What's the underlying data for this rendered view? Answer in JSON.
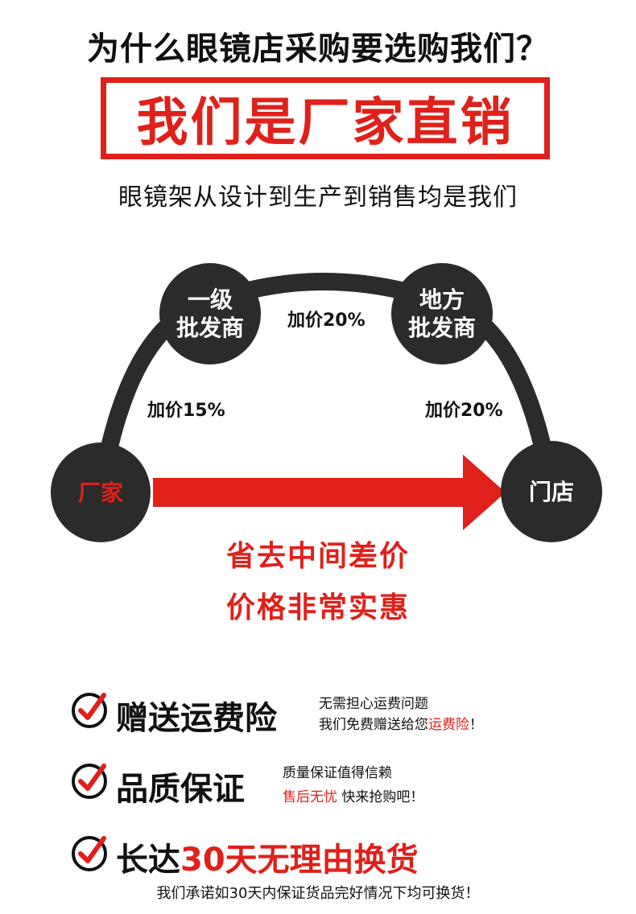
{
  "header": {
    "question": "为什么眼镜店采购要选购我们？",
    "banner": "我们是厂家直销",
    "subtitle": "眼镜架从设计到生产到销售均是我们"
  },
  "diagram": {
    "nodes": {
      "factory": "厂家",
      "wholesaler_1": "一级",
      "wholesaler_2": "批发商",
      "local_1": "地方",
      "local_2": "批发商",
      "store": "门店"
    },
    "markups": {
      "factory_to_wholesaler": "加价15%",
      "wholesaler_to_local": "加价20%",
      "local_to_store": "加价20%"
    },
    "direct_lines": [
      "省去中间差价",
      "价格非常实惠"
    ]
  },
  "benefits": [
    {
      "title": "赠送运费险",
      "note_1": "无需担心运费问题",
      "note_2_prefix": "我们免费赠送给您",
      "note_2_highlight": "运费险",
      "note_2_suffix": "！"
    },
    {
      "title": "品质保证",
      "note_1": "质量保证值得信赖",
      "note_2_highlight": "售后无忧",
      "note_2_suffix": " 快来抢购吧！"
    },
    {
      "title_prefix": "长达",
      "title_highlight": "30天无理由换货",
      "note": "我们承诺如30天内保证货品完好情况下均可换货！"
    }
  ],
  "colors": {
    "accent_red": "#e0201a",
    "node_dark": "#2b2b2b"
  }
}
